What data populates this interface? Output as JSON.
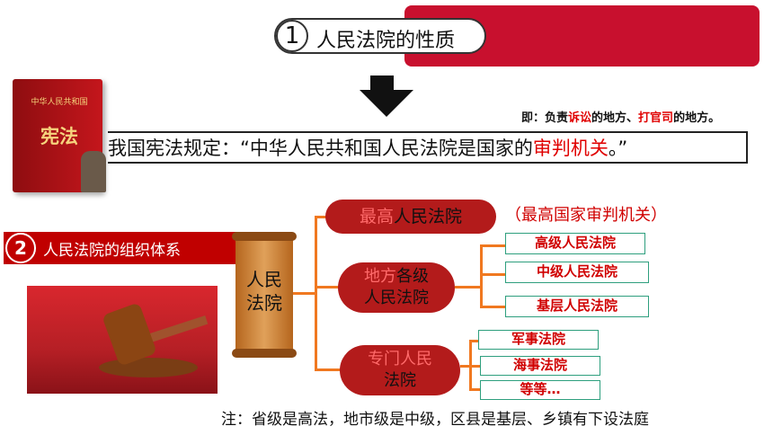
{
  "section1": {
    "number": "1",
    "title": "人民法院的性质"
  },
  "note": {
    "prefix": "即：负责",
    "hl1": "诉讼",
    "mid": "的地方、",
    "hl2": "打官司",
    "suffix": "的地方。"
  },
  "book": {
    "subtitle": "中华人民共和国",
    "title": "宪法"
  },
  "quote": {
    "text": "我国宪法规定：“中华人民共和国人民法院是国家的",
    "highlight": "审判机关",
    "end": "。”"
  },
  "section2": {
    "number": "2",
    "title": "人民法院的组织体系"
  },
  "scroll": {
    "line1": "人民",
    "line2": "法院"
  },
  "tree": {
    "supreme": {
      "prefix": "最高",
      "rest": "人民法院"
    },
    "supreme_note": "（最高国家审判机关）",
    "local": {
      "prefix": "地方",
      "rest1": "各级",
      "line2": "人民法院"
    },
    "special": {
      "line1": "专门人民",
      "line2": "法院"
    },
    "local_children": [
      "高级人民法院",
      "中级人民法院",
      "基层人民法院"
    ],
    "special_children": [
      "军事法院",
      "海事法院",
      "等等…"
    ]
  },
  "footer": "注：省级是高法，地市级是中级，区县是基层、乡镇有下设法庭",
  "colors": {
    "accent_red": "#c00000",
    "connector": "#f07820",
    "box_border": "#2e9f7e"
  }
}
